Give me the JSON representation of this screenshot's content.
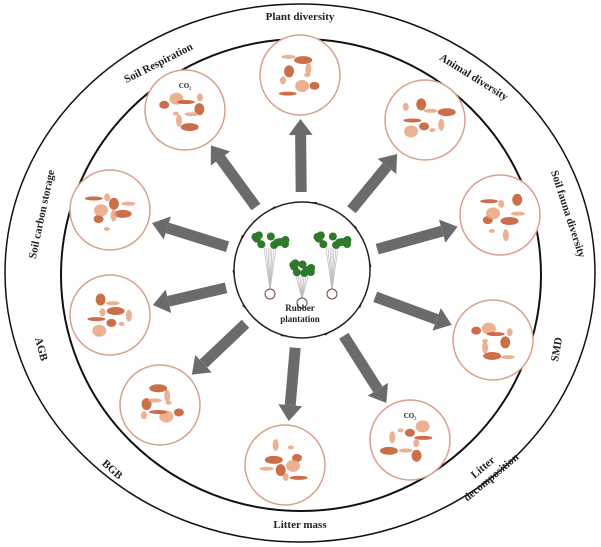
{
  "center": {
    "line1": "Rubber",
    "line2": "plantation"
  },
  "effect_sign": "–",
  "co2_label": "CO₂",
  "colors": {
    "ring": "#111111",
    "arrow": "#6b6b6b",
    "accent": "#c2562b",
    "accent_light": "#e9a27f",
    "circle_stroke": "#d9a08a",
    "tree": "#2f7a2a"
  },
  "outcomes": [
    {
      "id": "plant-diversity",
      "label": "Plant diversity"
    },
    {
      "id": "animal-diversity",
      "label": "Animal diversity"
    },
    {
      "id": "soil-fauna-diversity",
      "label": "Soil fauna diversity"
    },
    {
      "id": "smd",
      "label": "SMD"
    },
    {
      "id": "litter-decomposition",
      "label": "Litter",
      "label2": "decomposition"
    },
    {
      "id": "litter-mass",
      "label": "Litter mass"
    },
    {
      "id": "bgb",
      "label": "BGB"
    },
    {
      "id": "agb",
      "label": "AGB"
    },
    {
      "id": "soil-carbon-storage",
      "label": "Soil carbon storage"
    },
    {
      "id": "soil-respiration",
      "label": "Soil Respiration"
    }
  ]
}
